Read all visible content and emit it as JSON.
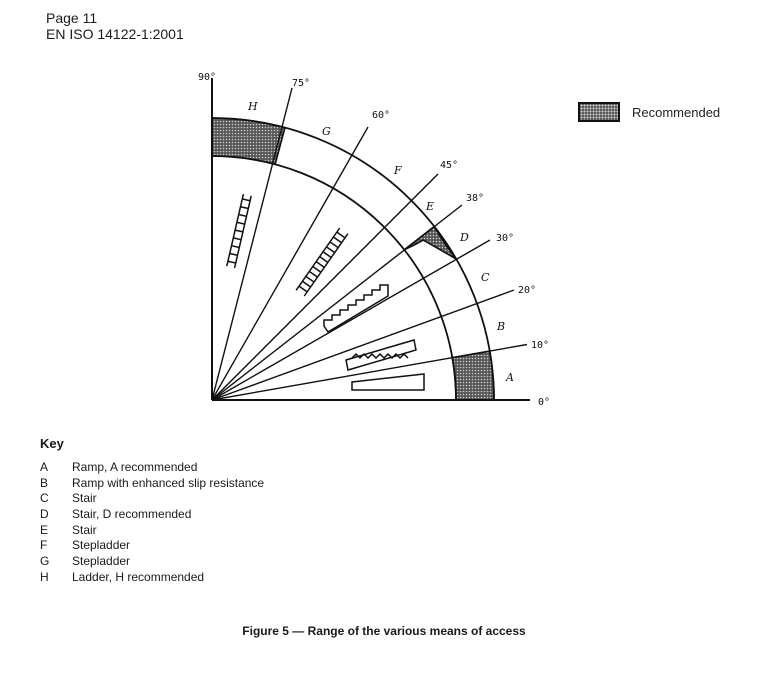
{
  "header": {
    "page": "Page 11",
    "standard": "EN ISO 14122-1:2001"
  },
  "legend": {
    "label": "Recommended"
  },
  "diagram": {
    "angle_labels": [
      "0°",
      "10°",
      "20°",
      "30°",
      "38°",
      "45°",
      "60°",
      "75°",
      "90°"
    ],
    "zone_letters": [
      "A",
      "B",
      "C",
      "D",
      "E",
      "F",
      "G",
      "H"
    ],
    "recommended_zones": [
      "A",
      "D",
      "H"
    ]
  },
  "key": {
    "title": "Key",
    "items": [
      {
        "letter": "A",
        "text": "Ramp, A recommended"
      },
      {
        "letter": "B",
        "text": "Ramp with enhanced slip resistance"
      },
      {
        "letter": "C",
        "text": "Stair"
      },
      {
        "letter": "D",
        "text": "Stair, D recommended"
      },
      {
        "letter": "E",
        "text": "Stair"
      },
      {
        "letter": "F",
        "text": "Stepladder"
      },
      {
        "letter": "G",
        "text": "Stepladder"
      },
      {
        "letter": "H",
        "text": "Ladder, H recommended"
      }
    ]
  },
  "caption": "Figure 5 — Range of the various means of access",
  "colors": {
    "ink": "#111111",
    "hatch_dark": "#555555",
    "hatch_light": "#cfcfcf"
  }
}
